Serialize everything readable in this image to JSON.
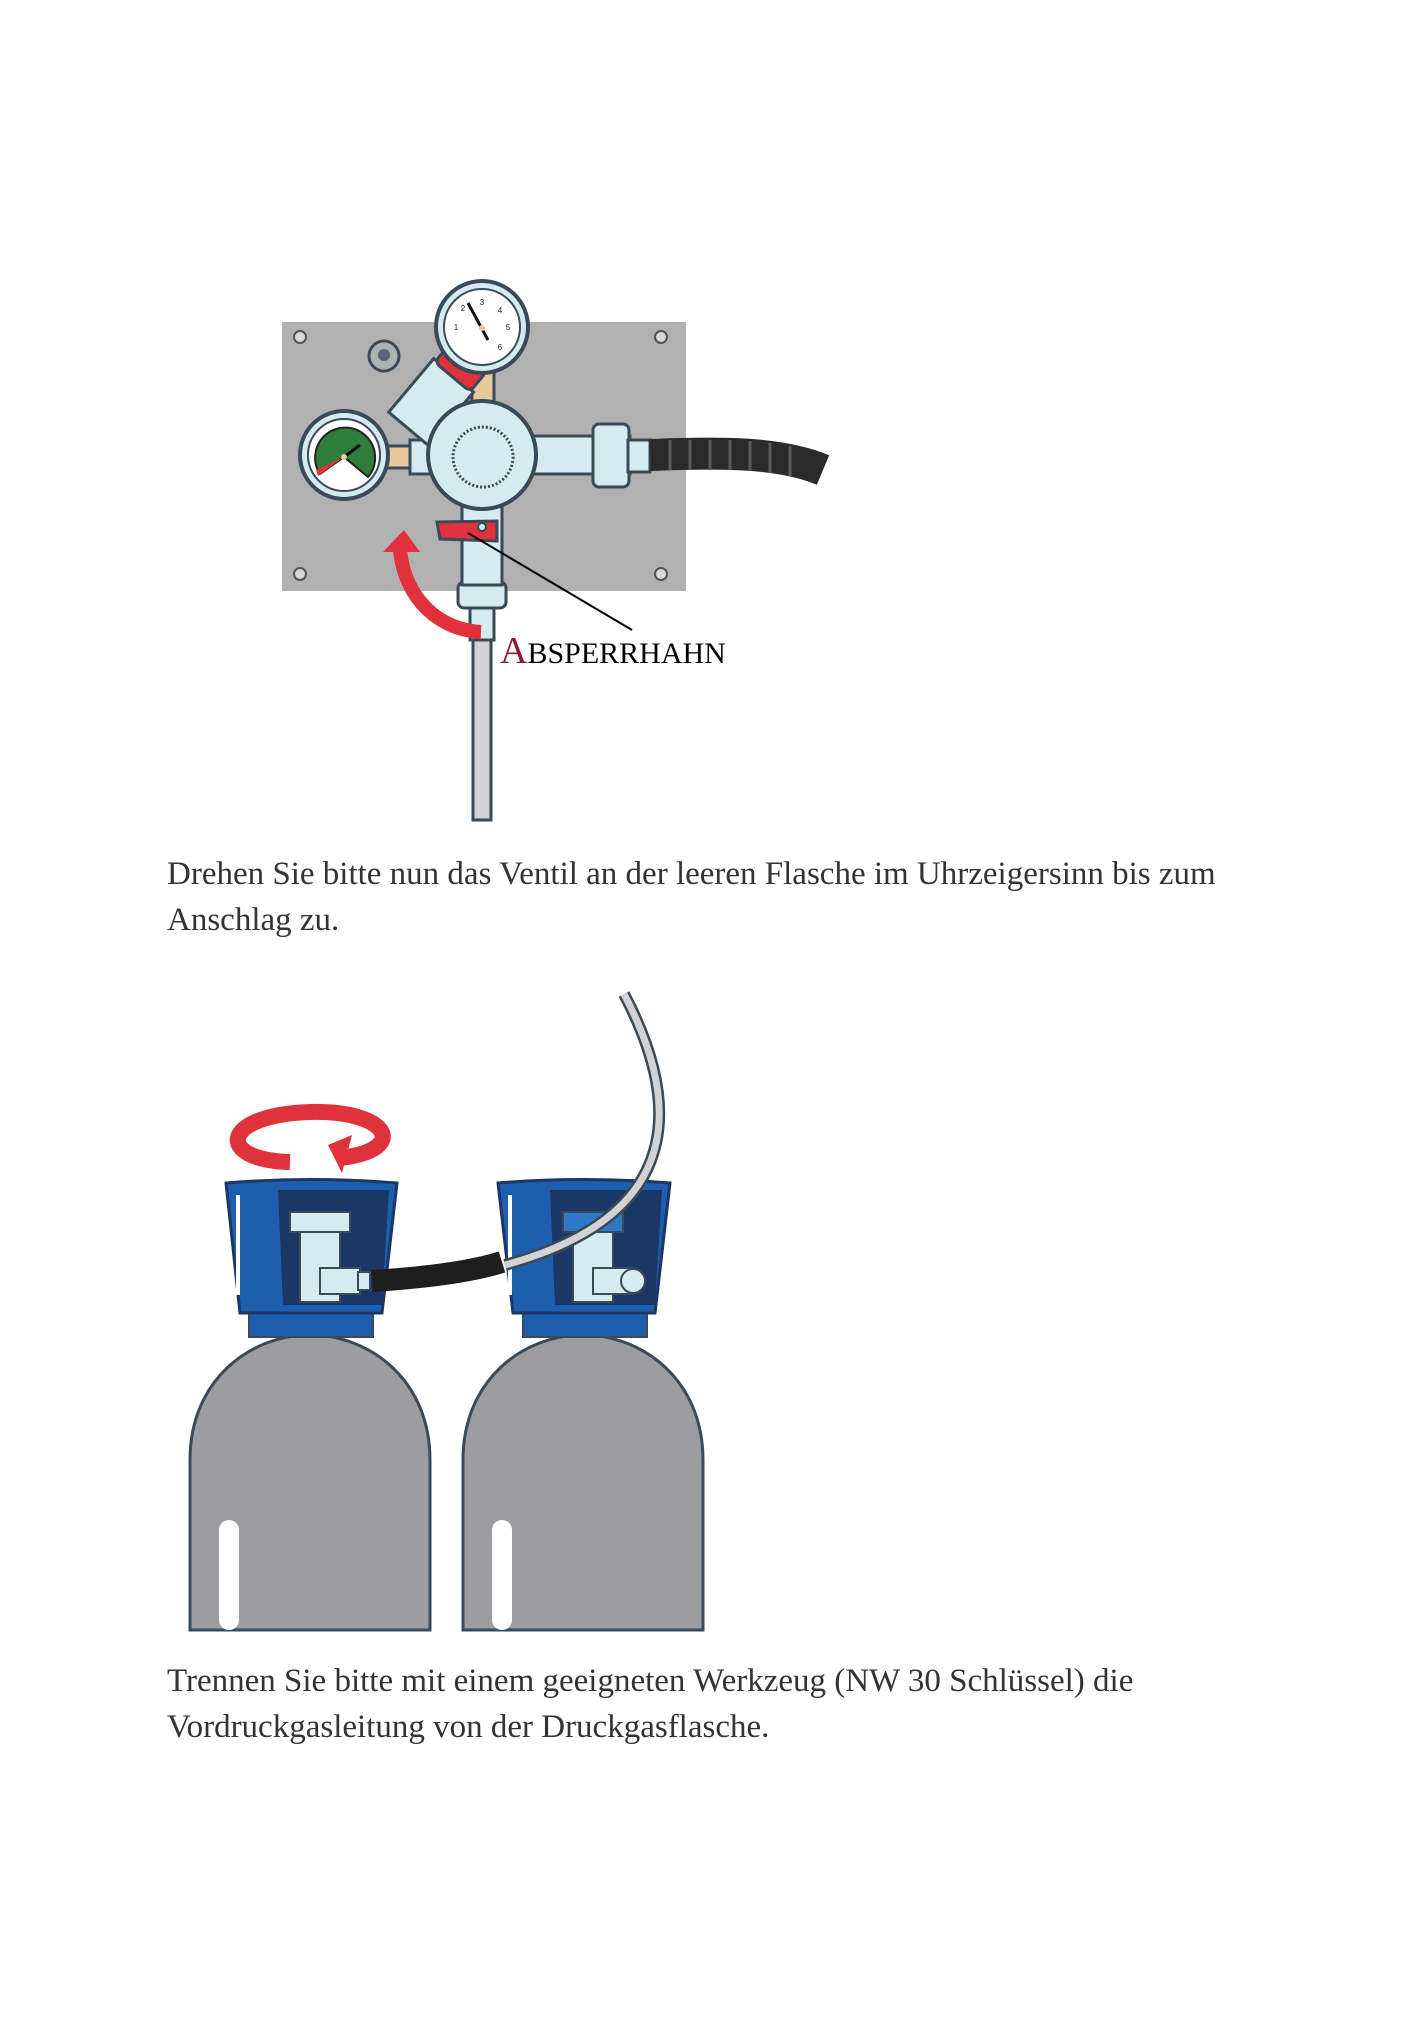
{
  "figure1": {
    "label_initial": "A",
    "label_rest": "BSPERRHAHN",
    "top_gauge_numbers": [
      "1",
      "2",
      "3",
      "4",
      "5",
      "6"
    ]
  },
  "paragraphs": [
    "Drehen Sie bitte nun das Ventil an der leeren Flasche im Uhrzeigersinn bis zum Anschlag zu.",
    "Trennen Sie bitte mit einem geeigneten Werkzeug (NW 30 Schlüssel) die Vordruckgasleitung von der Druckgasflasche."
  ],
  "colors": {
    "red": "#e0323a",
    "panel": "#b1b1b1",
    "blue": "#1d5fae",
    "darkblue": "#1a3766",
    "cylinder": "#9d9c9e",
    "metal": "#d4ecf0",
    "outline": "#3a4a58",
    "label_red": "#8b1a2e"
  }
}
